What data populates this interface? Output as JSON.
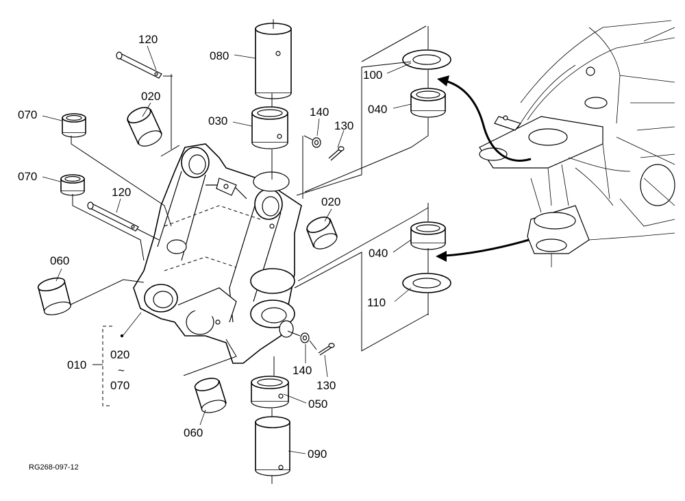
{
  "diagram": {
    "reference_code": "RG268-097-12",
    "group": {
      "label": "010",
      "range_start": "020",
      "range_sep": "~",
      "range_end": "070"
    },
    "part_labels": {
      "p120a": "120",
      "p080": "080",
      "p100": "100",
      "p070a": "070",
      "p020a": "020",
      "p030": "030",
      "p140a": "140",
      "p130a": "130",
      "p040a": "040",
      "p070b": "070",
      "p120b": "120",
      "p020b": "020",
      "p060a": "060",
      "p040b": "040",
      "p110": "110",
      "p140b": "140",
      "p130b": "130",
      "p050": "050",
      "p060b": "060",
      "p090": "090"
    }
  }
}
